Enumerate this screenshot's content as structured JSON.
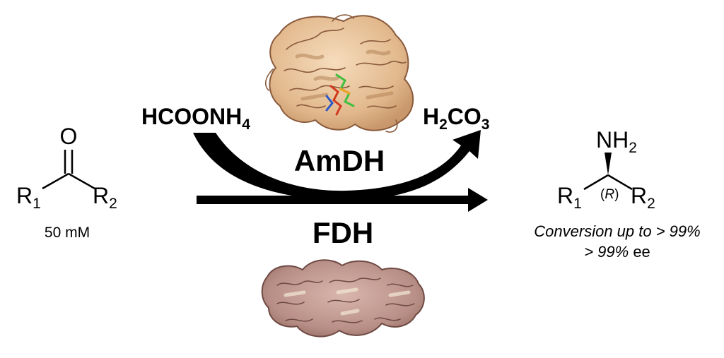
{
  "substrate": {
    "oxygen": "O",
    "r1": "R",
    "r1_sub": "1",
    "r2": "R",
    "r2_sub": "2",
    "concentration": "50 mM"
  },
  "cosubstrate": {
    "main": "HCOONH",
    "sub": "4"
  },
  "coproduct": {
    "h": "H",
    "h_sub": "2",
    "co": "CO",
    "co_sub": "3"
  },
  "enzymes": {
    "top": "AmDH",
    "bottom": "FDH"
  },
  "product": {
    "amine": "NH",
    "amine_sub": "2",
    "r1": "R",
    "r1_sub": "1",
    "r2": "R",
    "r2_sub": "2",
    "stereo": "R"
  },
  "results": {
    "line1": "Conversion up to > 99%",
    "ee_value": "> 99%",
    "ee_unit": " ee"
  },
  "colors": {
    "amdh_protein": "#e7c29a",
    "amdh_outline": "#8a5a3c",
    "fdh_protein": "#c09890",
    "fdh_outline": "#6e4a44",
    "ligand_green": "#3fbf3f",
    "ligand_red": "#d23a1e",
    "ink": "#000000"
  }
}
